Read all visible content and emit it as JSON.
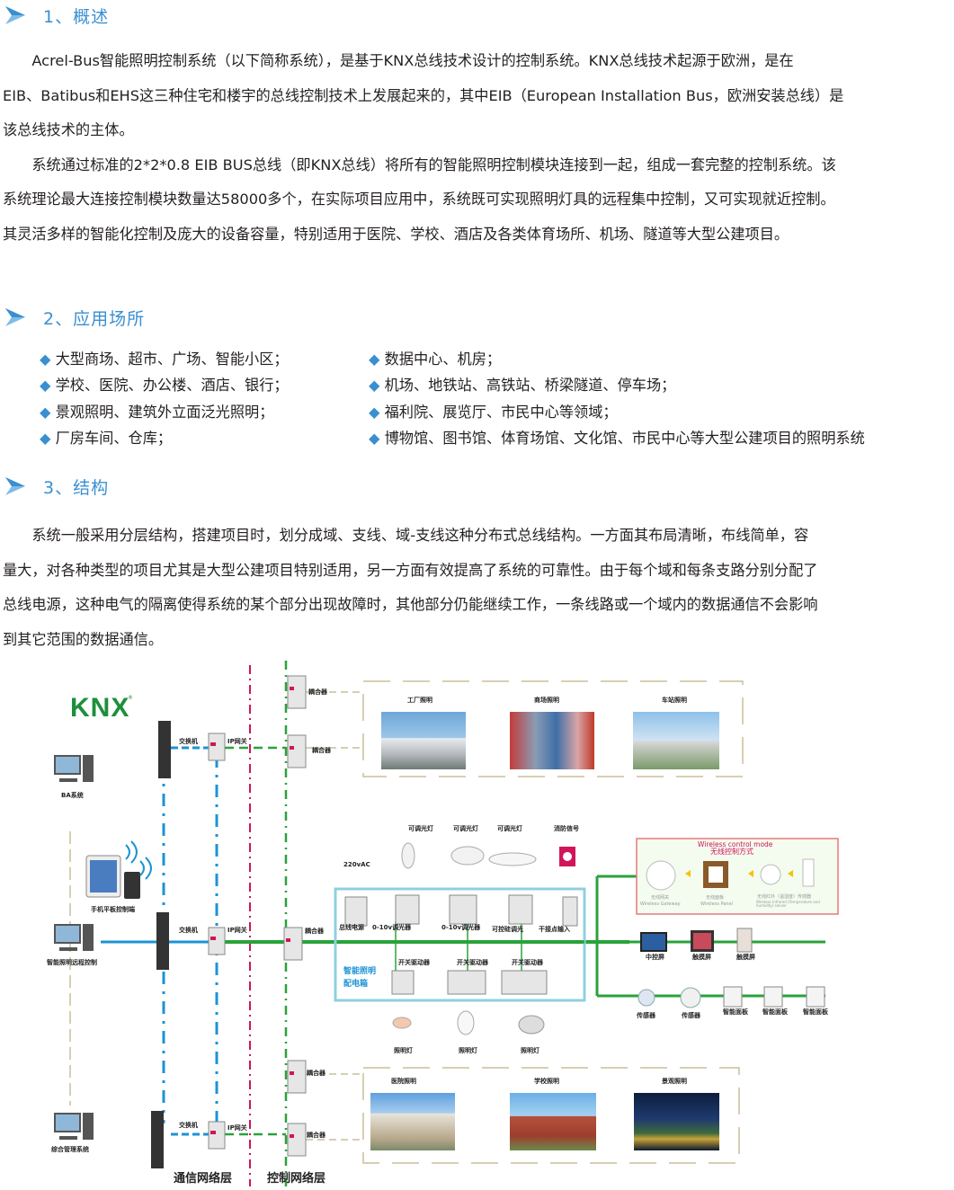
{
  "section1": {
    "title": "1、概述",
    "lines": [
      "　　Acrel-Bus智能照明控制系统（以下简称系统），是基于KNX总线技术设计的控制系统。KNX总线技术起源于欧洲，是在",
      "EIB、Batibus和EHS这三种住宅和楼宇的总线控制技术上发展起来的，其中EIB（European Installation Bus，欧洲安装总线）是",
      "该总线技术的主体。",
      "　　系统通过标准的2*2*0.8 EIB BUS总线（即KNX总线）将所有的智能照明控制模块连接到一起，组成一套完整的控制系统。该",
      "系统理论最大连接控制模块数量达58000多个，在实际项目应用中，系统既可实现照明灯具的远程集中控制，又可实现就近控制。",
      "其灵活多样的智能化控制及庞大的设备容量，特别适用于医院、学校、酒店及各类体育场所、机场、隧道等大型公建项目。"
    ]
  },
  "section2": {
    "title": "2、应用场所",
    "left": [
      "大型商场、超市、广场、智能小区；",
      "学校、医院、办公楼、酒店、银行；",
      "景观照明、建筑外立面泛光照明；",
      "厂房车间、仓库；"
    ],
    "right": [
      "数据中心、机房；",
      "机场、地铁站、高铁站、桥梁隧道、停车场；",
      "福利院、展览厅、市民中心等领域；",
      "博物馆、图书馆、体育场馆、文化馆、市民中心等大型公建项目的照明系统"
    ]
  },
  "section3": {
    "title": "3、结构",
    "lines": [
      "　　系统一般采用分层结构，搭建项目时，划分成域、支线、域-支线这种分布式总线结构。一方面其布局清晰，布线简单，容",
      "量大，对各种类型的项目尤其是大型公建项目特别适用，另一方面有效提高了系统的可靠性。由于每个域和每条支路分别分配了",
      "总线电源，这种电气的隔离使得系统的某个部分出现故障时，其他部分仍能继续工作，一条线路或一个域内的数据通信不会影响",
      "到其它范围的数据通信。"
    ]
  },
  "diagram": {
    "logo": "KNX",
    "ba_system": "BA系统",
    "mobile": "手机平板控制端",
    "remote": "智能照明远程控制",
    "mgmt": "综合管理系统",
    "switch": "交换机",
    "ip_gateway": "IP网关",
    "coupler": "耦合器",
    "top_photos": [
      "工厂照明",
      "商场照明",
      "车站照明"
    ],
    "bottom_photos": [
      "医院照明",
      "学校照明",
      "景观照明"
    ],
    "voltage": "220vAC",
    "lamps_top": [
      "可调光灯",
      "可调光灯",
      "可调光灯",
      "消防信号"
    ],
    "modules_top": [
      "总线电源",
      "0-10v调光器",
      "0-10v调光器",
      "可控硅调光",
      "干接点输入"
    ],
    "modules_bottom": [
      "开关驱动器",
      "开关驱动器",
      "开关驱动器"
    ],
    "lamps_bottom": [
      "照明灯",
      "照明灯",
      "照明灯"
    ],
    "box_label_1": "智能照明",
    "box_label_2": "配电箱",
    "wireless_title_en": "Wireless control mode",
    "wireless_title_cn": "无线控制方式",
    "wireless_items": [
      "无线网关",
      "无线面板",
      "无线红外（温湿度）传感器"
    ],
    "wireless_items_en": [
      "Wireless Gateway",
      "Wireless Panel",
      "Wireless Infrared (Temperature and humidity) sensor"
    ],
    "screens": [
      "中控屏",
      "触摸屏",
      "触摸屏"
    ],
    "sensors_panels": [
      "传感器",
      "传感器",
      "智能面板",
      "智能面板",
      "智能面板"
    ],
    "layer_comm": "通信网络层",
    "layer_ctrl": "控制网络层",
    "colors": {
      "heading": "#3a8fd0",
      "bus": "#2aa23a",
      "ethernet": "#1c93d6",
      "divider": "#d0155a"
    }
  }
}
